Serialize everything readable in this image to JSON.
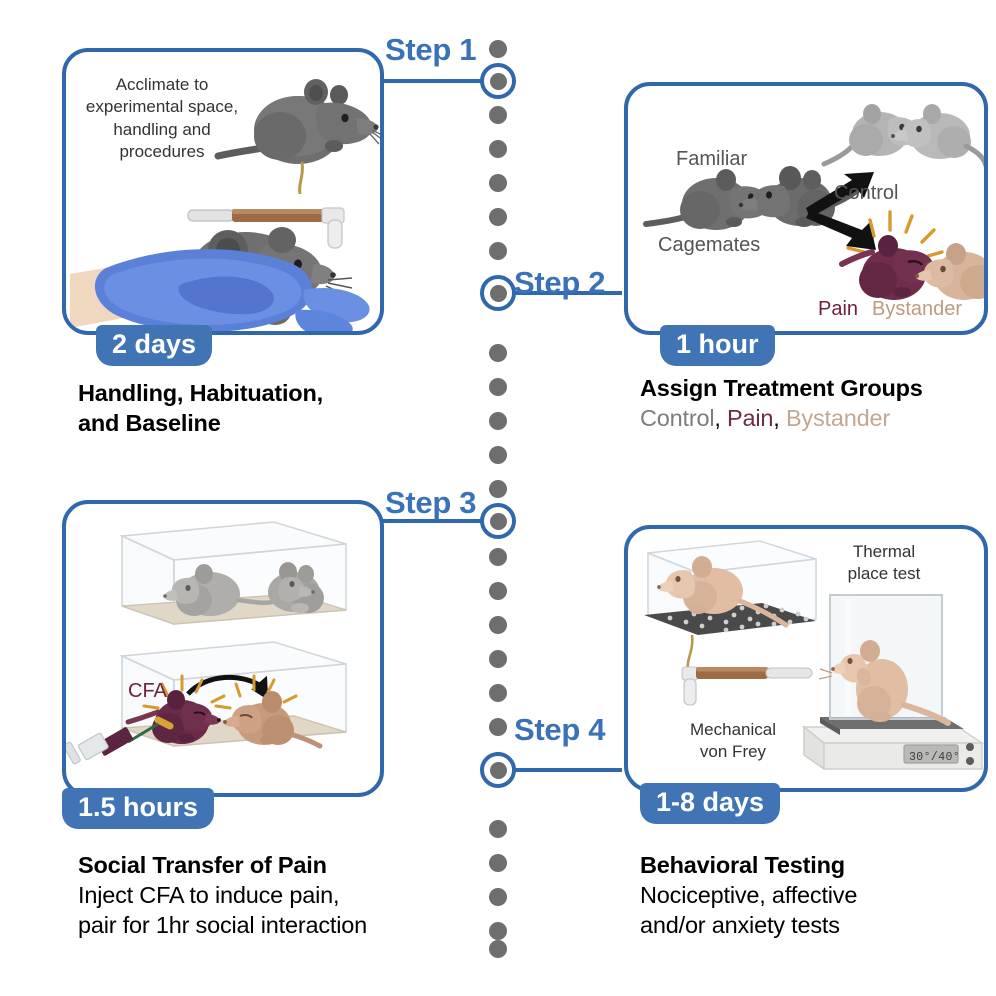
{
  "figure": {
    "type": "experimental-timeline",
    "orientation": "vertical-center-timeline",
    "accent_color": "#3a72b8",
    "badge_color": "#4074b4",
    "dot_color": "#6e6e6e"
  },
  "timeline": {
    "step_labels": [
      "Step 1",
      "Step 2",
      "Step 3",
      "Step 4"
    ]
  },
  "steps": [
    {
      "id": "step1",
      "step_label": "Step 1",
      "duration_badge": "2 days",
      "caption_title_line1": "Handling, Habituation,",
      "caption_title_line2": "and Baseline",
      "panel_text": "Acclimate to\nexperimental space,\nhandling and\nprocedures",
      "illustration": "mouse-on-von-frey-filament-and-gloved-hand-holding-mouse"
    },
    {
      "id": "step2",
      "step_label": "Step 2",
      "duration_badge": "1 hour",
      "caption_title": "Assign Treatment Groups",
      "caption_sub_parts": [
        "Control",
        ", ",
        "Pain",
        ", ",
        "Bystander"
      ],
      "group_control": "Control",
      "group_pain": "Pain",
      "group_bystander": "Bystander",
      "label_familiar": "Familiar",
      "label_cagemates": "Cagemates",
      "illustration": "familiar-cagemates-split-into-control-and-pain-bystander"
    },
    {
      "id": "step3",
      "step_label": "Step 3",
      "duration_badge": "1.5 hours",
      "caption_title": "Social Transfer of Pain",
      "caption_sub_line1": "Inject CFA to induce pain,",
      "caption_sub_line2": "pair for 1hr social interaction",
      "label_cfa": "CFA",
      "illustration": "two-cages-baseline-pair-and-cfa-injected-pair-with-transfer-arrow"
    },
    {
      "id": "step4",
      "step_label": "Step 4",
      "duration_badge": "1-8 days",
      "caption_title": "Behavioral Testing",
      "caption_sub_line1": "Nociceptive, affective",
      "caption_sub_line2": "and/or anxiety tests",
      "label_thermal_line1": "Thermal",
      "label_thermal_line2": "place test",
      "label_mechanical_line1": "Mechanical",
      "label_mechanical_line2": "von Frey",
      "device_display": "30°/40°",
      "illustration": "von-frey-mesh-chamber-and-thermal-place-preference-apparatus"
    }
  ]
}
